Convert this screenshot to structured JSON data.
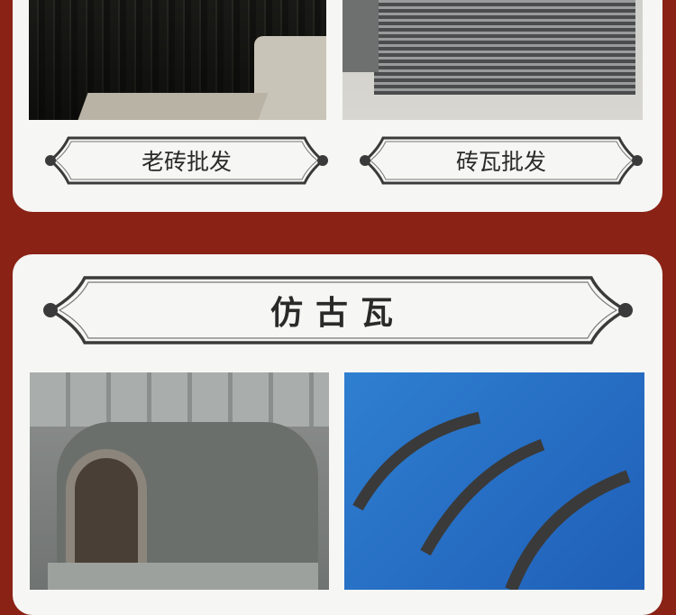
{
  "section1": {
    "items": [
      {
        "label": "老砖批发",
        "image": "stacked-old-bricks-photo"
      },
      {
        "label": "砖瓦批发",
        "image": "stacked-roof-tiles-photo"
      }
    ]
  },
  "section2": {
    "title": "仿古瓦",
    "images": [
      "gray-ridge-tile-photo",
      "curved-tiles-on-blue-photo"
    ]
  },
  "colors": {
    "background": "#8a2216",
    "card": "#f6f6f4",
    "frame": "#3a3a3a"
  }
}
